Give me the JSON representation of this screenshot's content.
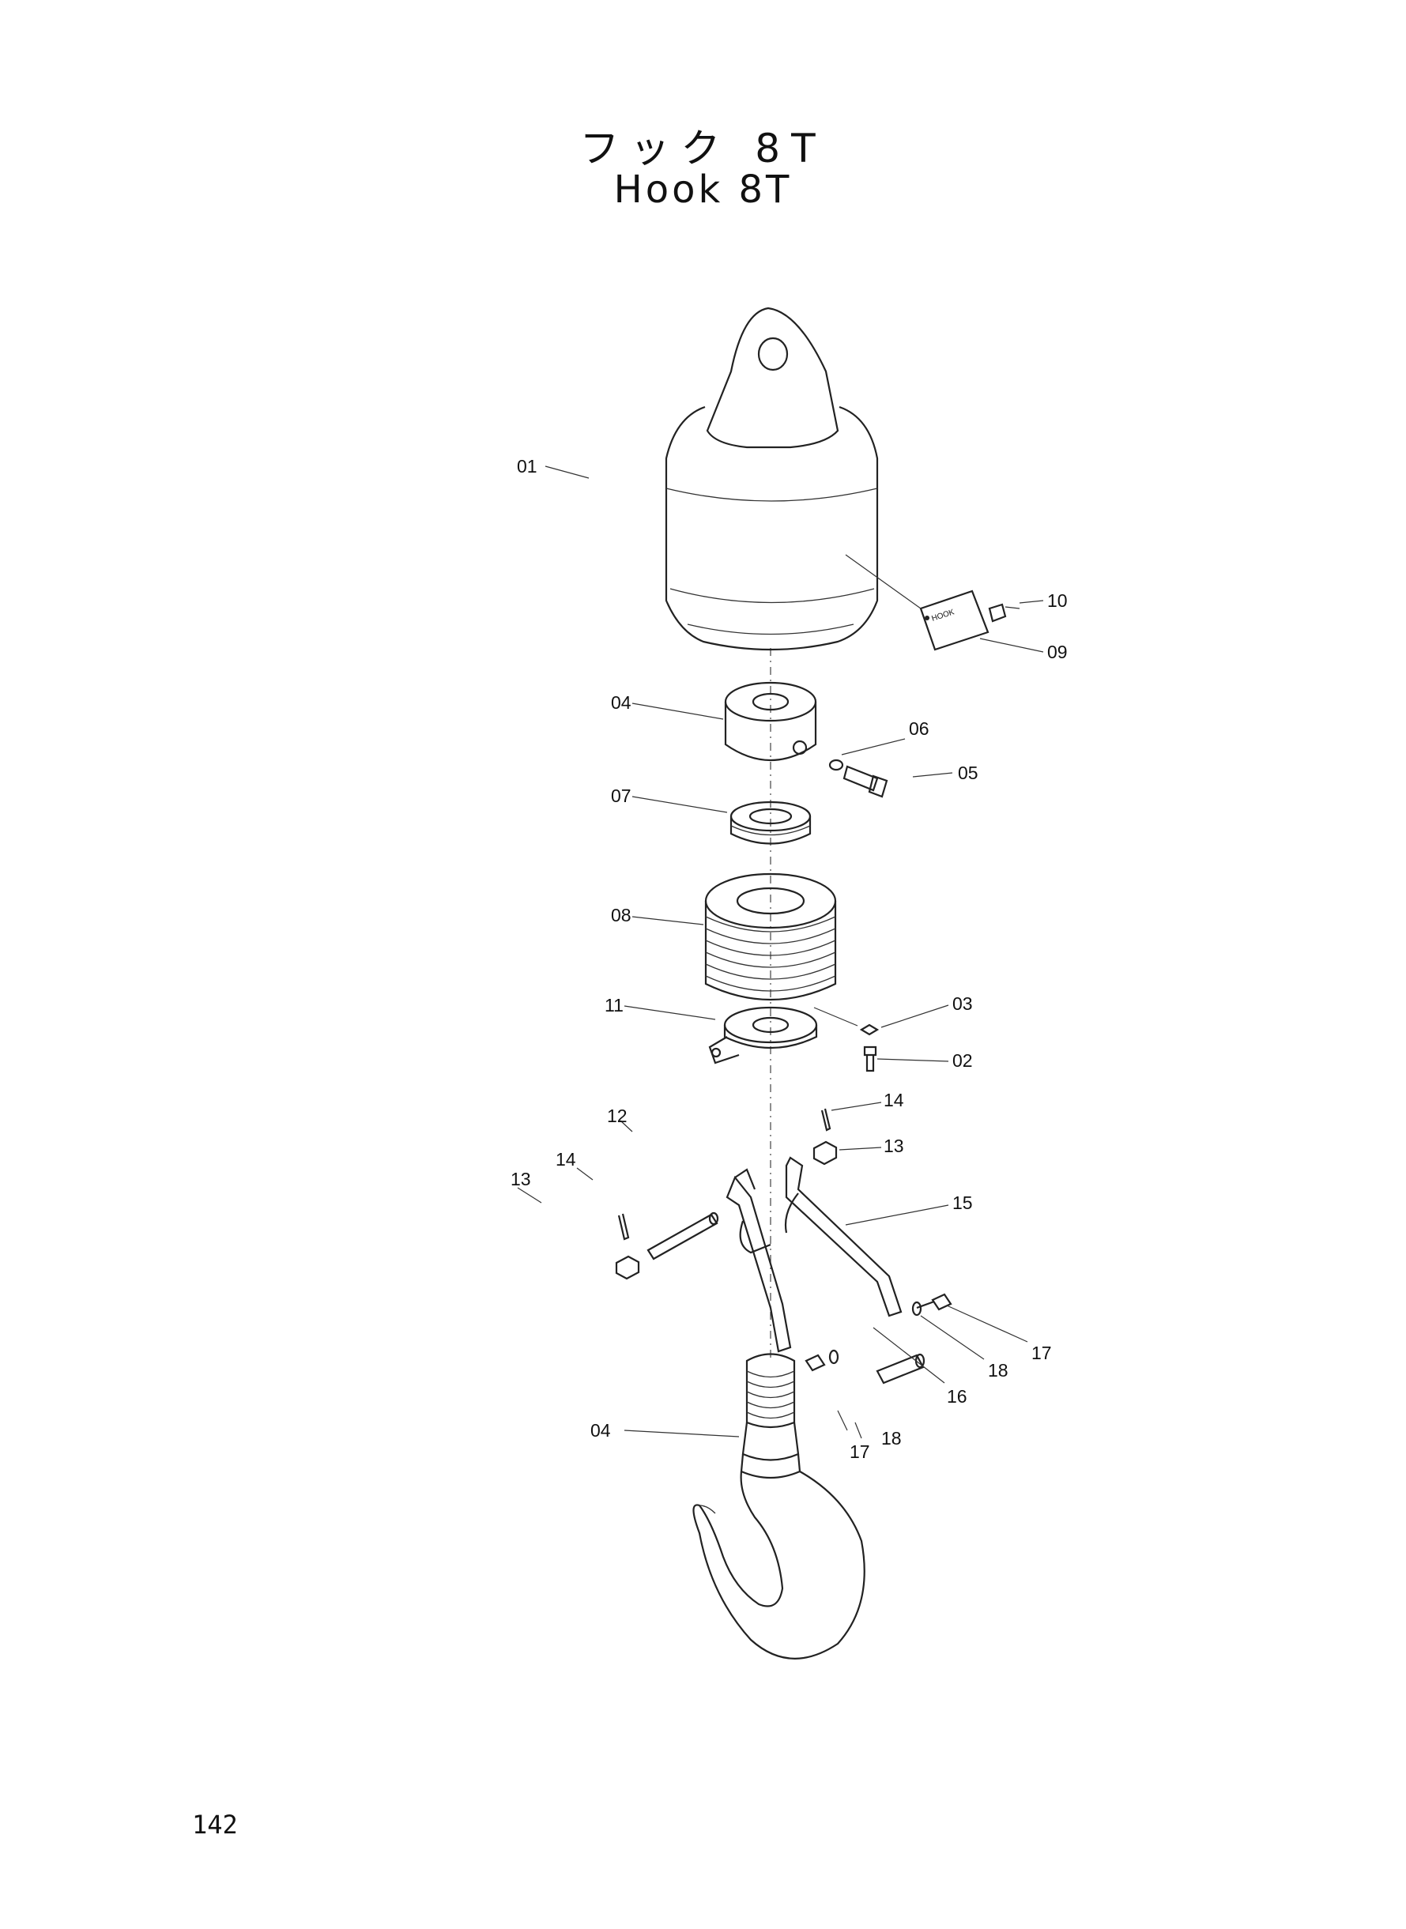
{
  "title": {
    "japanese": "フック 8T",
    "english": "Hook 8T"
  },
  "plate_text": "HOOK",
  "page_number": "142",
  "callouts": [
    "01",
    "04",
    "06",
    "05",
    "07",
    "08",
    "11",
    "03",
    "02",
    "10",
    "09",
    "14",
    "13",
    "12",
    "14",
    "13",
    "15",
    "17",
    "18",
    "16",
    "04",
    "17",
    "18"
  ]
}
